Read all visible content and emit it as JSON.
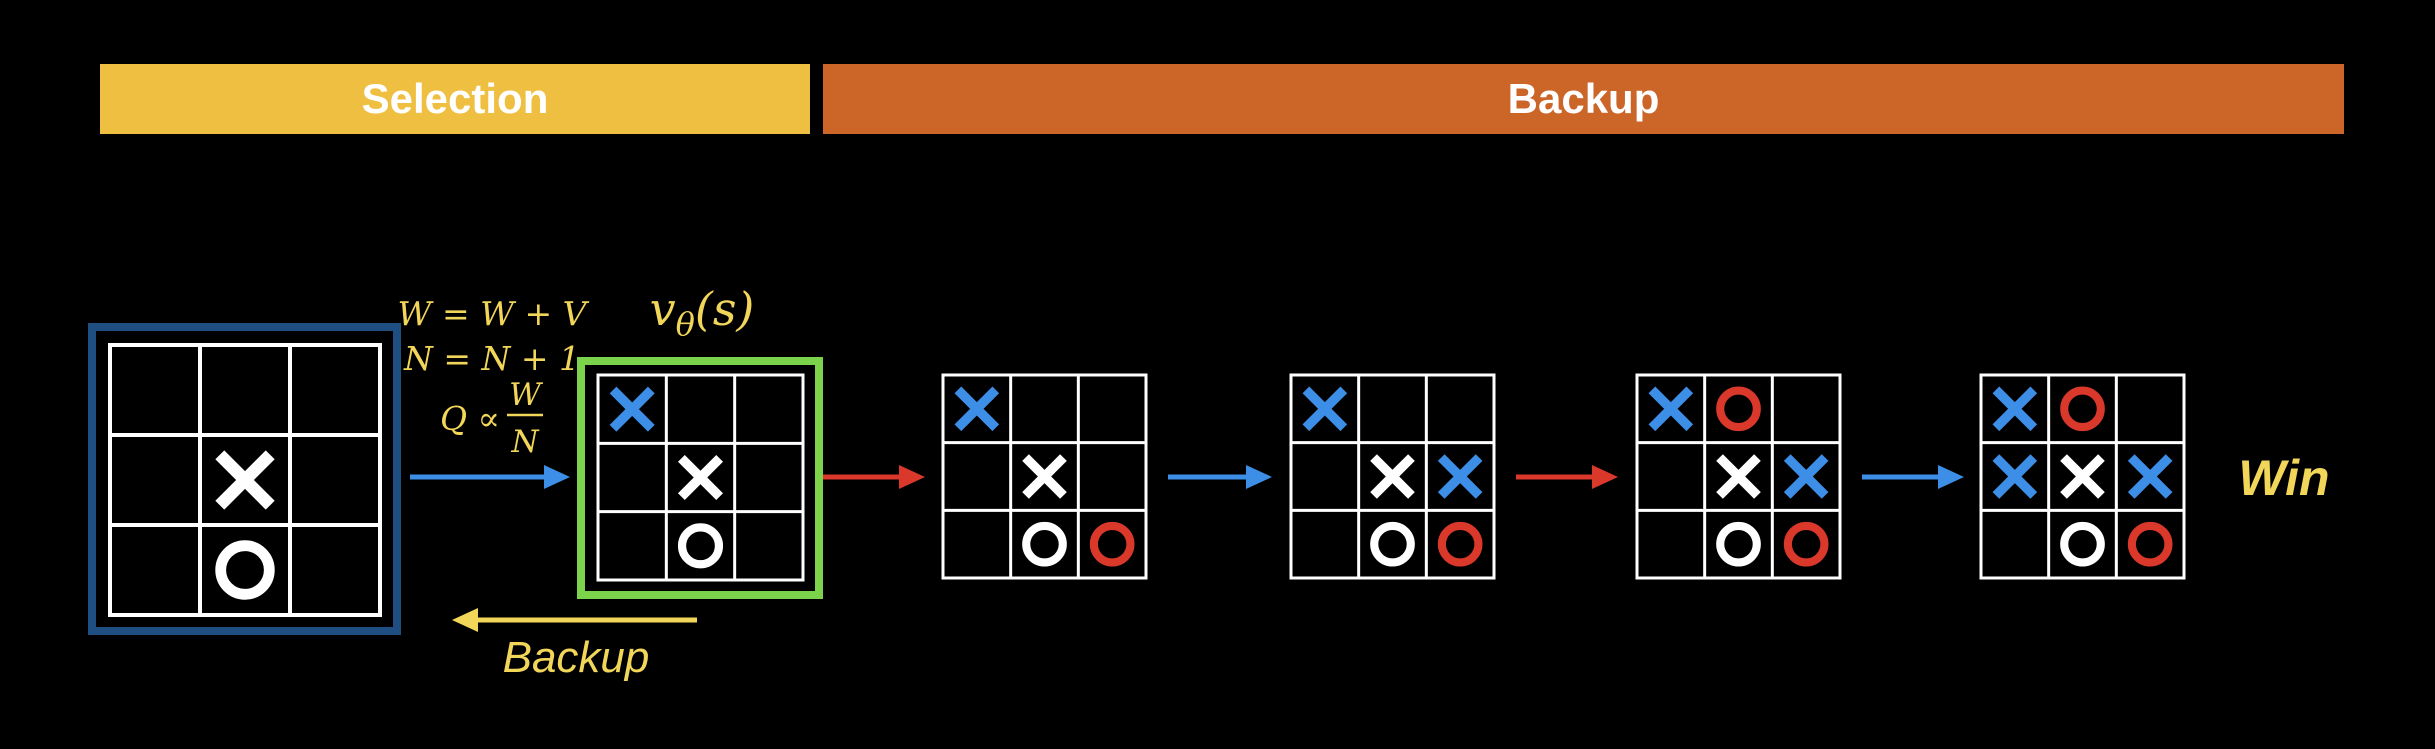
{
  "header": {
    "selection_label": "Selection",
    "backup_label": "Backup"
  },
  "colors": {
    "selection_bar": "#efbf42",
    "backup_bar": "#cb6528",
    "root_frame": "#1f4e83",
    "highlight_frame": "#7bd24b",
    "blue_mark": "#3d8ee6",
    "red_mark": "#d9382a",
    "white_mark": "#ffffff",
    "annotation": "#f2d65a"
  },
  "annotations": {
    "update_w": "W = W + V",
    "update_n": "N = N + 1",
    "q_lhs": "Q ∝",
    "q_num": "W",
    "q_den": "N",
    "value_fn": "vθ(s)",
    "backup_label": "Backup",
    "result_label": "Win"
  },
  "boards": [
    {
      "name": "root",
      "cells": [
        "",
        "",
        "",
        "",
        "X",
        "",
        "",
        "O",
        ""
      ],
      "colors": [
        "",
        "",
        "",
        "",
        "white",
        "",
        "",
        "white",
        ""
      ]
    },
    {
      "name": "selected",
      "cells": [
        "X",
        "",
        "",
        "",
        "X",
        "",
        "",
        "O",
        ""
      ],
      "colors": [
        "blue",
        "",
        "",
        "",
        "white",
        "",
        "",
        "white",
        ""
      ]
    },
    {
      "name": "rollout-1",
      "cells": [
        "X",
        "",
        "",
        "",
        "X",
        "",
        "",
        "O",
        "O"
      ],
      "colors": [
        "blue",
        "",
        "",
        "",
        "white",
        "",
        "",
        "white",
        "red"
      ]
    },
    {
      "name": "rollout-2",
      "cells": [
        "X",
        "",
        "",
        "",
        "X",
        "X",
        "",
        "O",
        "O"
      ],
      "colors": [
        "blue",
        "",
        "",
        "",
        "white",
        "blue",
        "",
        "white",
        "red"
      ]
    },
    {
      "name": "rollout-3",
      "cells": [
        "X",
        "O",
        "",
        "",
        "X",
        "X",
        "",
        "O",
        "O"
      ],
      "colors": [
        "blue",
        "red",
        "",
        "",
        "white",
        "blue",
        "",
        "white",
        "red"
      ]
    },
    {
      "name": "rollout-4",
      "cells": [
        "X",
        "O",
        "",
        "X",
        "X",
        "X",
        "",
        "O",
        "O"
      ],
      "colors": [
        "blue",
        "red",
        "",
        "blue",
        "white",
        "blue",
        "",
        "white",
        "red"
      ]
    }
  ],
  "arrows": [
    {
      "name": "arrow-root-to-selected",
      "color": "blue"
    },
    {
      "name": "arrow-selected-to-rollout-1",
      "color": "red"
    },
    {
      "name": "arrow-rollout-1-to-rollout-2",
      "color": "blue"
    },
    {
      "name": "arrow-rollout-2-to-rollout-3",
      "color": "red"
    },
    {
      "name": "arrow-rollout-3-to-rollout-4",
      "color": "blue"
    }
  ]
}
